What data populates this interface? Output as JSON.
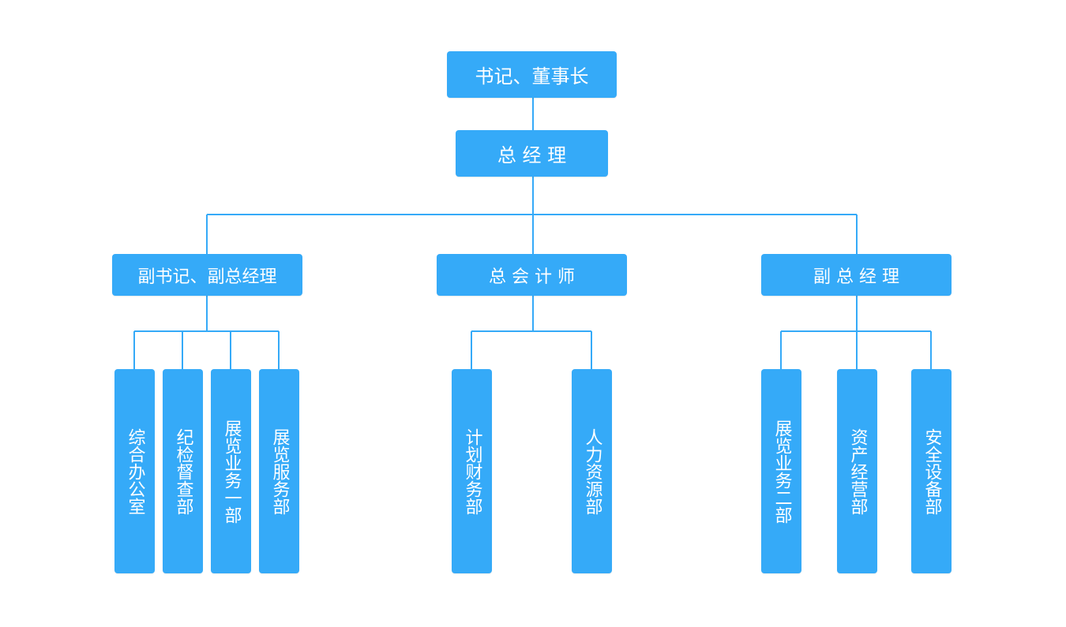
{
  "colors": {
    "box": "#35aaf8",
    "text": "#ffffff",
    "connector": "#35aaf8",
    "background": "#ffffff"
  },
  "org": {
    "chairman": "书记、董事长",
    "general_manager": "总 经 理",
    "deputies": [
      {
        "title": "副书记、副总经理",
        "departments": [
          "综合办公室",
          "纪检督查部",
          "展览业务一部",
          "展览服务部"
        ]
      },
      {
        "title": "总 会 计 师",
        "departments": [
          "计划财务部",
          "人力资源部"
        ]
      },
      {
        "title": "副 总 经 理",
        "departments": [
          "展览业务二部",
          "资产经营部",
          "安全设备部"
        ]
      }
    ]
  }
}
